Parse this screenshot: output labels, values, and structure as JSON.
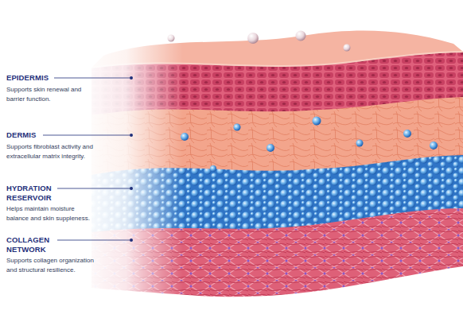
{
  "diagram": {
    "labels": [
      "EPIDERMIS",
      "Supports skin renewal and barrier function.",
      "DERMIS",
      "Supports fibroblast activity and extracellular matrix integrity.",
      "HYDRATION RESERVOIR",
      "Helps maintain moisture balance and skin suppleness.",
      "COLLAGEN NETWORK",
      "Supports collagen organization and structural resilience."
    ]
  }
}
